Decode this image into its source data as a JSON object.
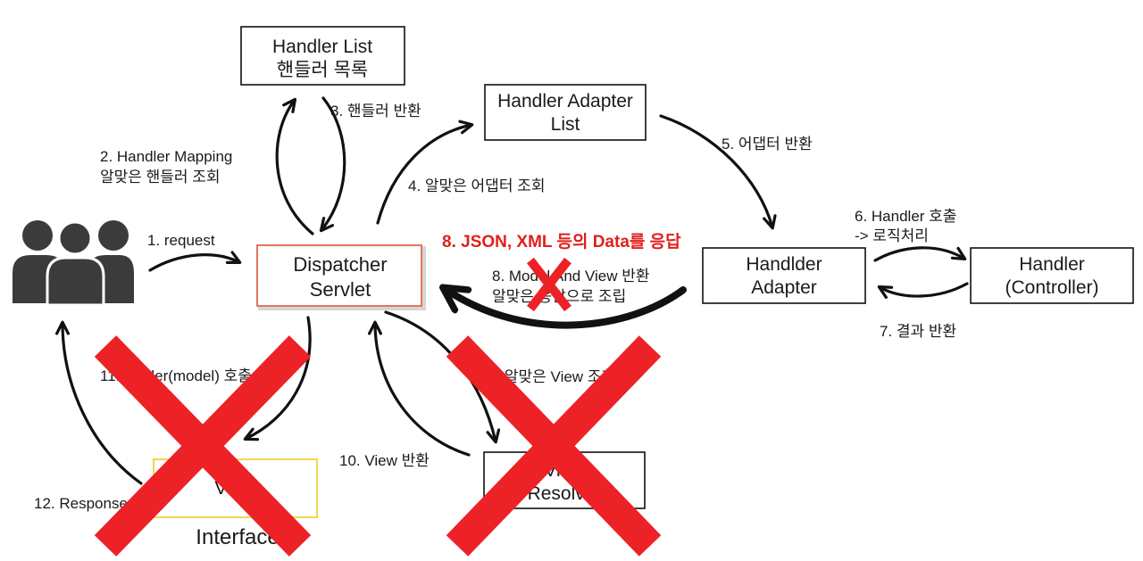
{
  "colors": {
    "ink": "#111111",
    "cross": "#ec2227",
    "highlight": "#e0201b",
    "dispatcher_border": "#e4644f",
    "view_border": "#f0d23a",
    "users": "#3b3b3b"
  },
  "icons": {
    "client": "users-icon",
    "blocked": "red-x-icon"
  },
  "nodes": {
    "handler_list": {
      "line1": "Handler List",
      "line2": "핸들러 목록"
    },
    "handler_adapter_list": {
      "line1": "Handler Adapter",
      "line2": "List"
    },
    "dispatcher_servlet": {
      "line1": "Dispatcher",
      "line2": "Servlet"
    },
    "handler_adapter": {
      "line1": "Handlder",
      "line2": "Adapter"
    },
    "handler": {
      "line1": "Handler",
      "line2": "(Controller)"
    },
    "view_resolver": {
      "line1": "View",
      "line2": "Resolver"
    },
    "view": {
      "line1": "View",
      "caption": "Interface"
    }
  },
  "steps": {
    "s1": "1. request",
    "s2": [
      "2. Handler Mapping",
      "알맞은 핸들러 조회"
    ],
    "s3": "3. 핸들러  반환",
    "s4": "4. 알맞은 어댑터 조회",
    "s5": "5. 어댑터 반환",
    "s6": [
      "6. Handler 호출",
      "-> 로직처리"
    ],
    "s7": "7. 결과 반환",
    "s8_data": "8. JSON, XML 등의 Data를 응답",
    "s8_model": [
      "8. Model And View 반환",
      "알맞은 응답으로 조립"
    ],
    "s9": "9. 알맞은 View 조회",
    "s10": "10. View 반환",
    "s11": "11. render(model) 호출",
    "s12": "12. Response"
  }
}
